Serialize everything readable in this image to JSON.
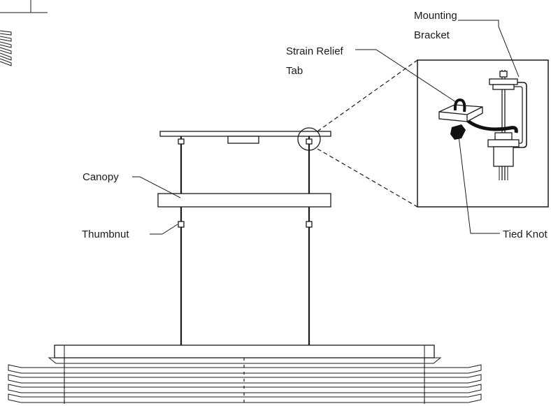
{
  "labels": {
    "mounting_bracket": [
      "Mounting",
      "Bracket"
    ],
    "strain_relief_tab": [
      "Strain Relief",
      "Tab"
    ],
    "canopy": "Canopy",
    "thumbnut": "Thumbnut",
    "tied_knot": "Tied Knot"
  }
}
